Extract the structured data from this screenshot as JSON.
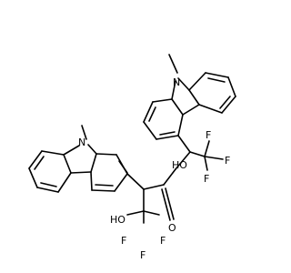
{
  "molecule": {
    "atoms": [
      {
        "id": "N1",
        "label": "N"
      },
      {
        "id": "CH3_1",
        "label": ""
      },
      {
        "id": "N2",
        "label": "N"
      },
      {
        "id": "CH3_2",
        "label": ""
      },
      {
        "id": "OH1",
        "label": "HO"
      },
      {
        "id": "OH2",
        "label": "HO"
      },
      {
        "id": "O1",
        "label": "O"
      },
      {
        "id": "F1",
        "label": "F"
      },
      {
        "id": "F2",
        "label": "F"
      },
      {
        "id": "F3",
        "label": "F"
      },
      {
        "id": "F4",
        "label": "F"
      },
      {
        "id": "F5",
        "label": "F"
      },
      {
        "id": "F6",
        "label": "F"
      }
    ]
  },
  "colors": {
    "bond": "#000000",
    "background": "#ffffff"
  }
}
